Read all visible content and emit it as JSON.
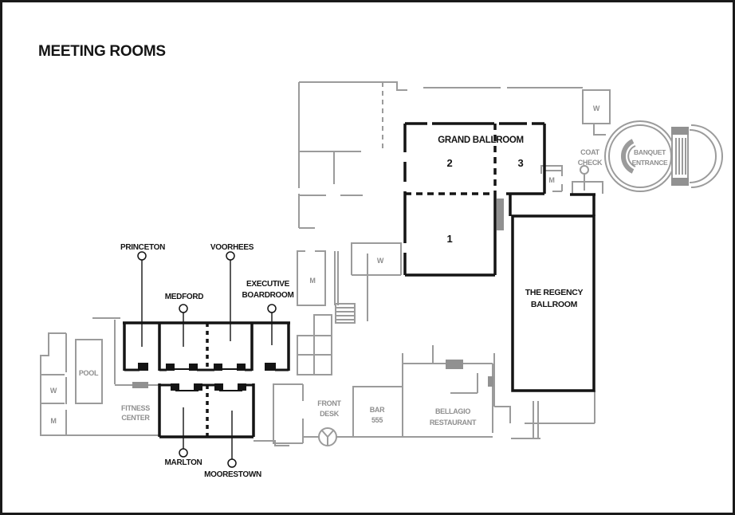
{
  "title": "MEETING ROOMS",
  "colors": {
    "wall_gray": "#9b9b9b",
    "wall_black": "#141414",
    "text_gray": "#8f8f8f",
    "background": "#ffffff"
  },
  "labels": {
    "grand_ballroom": "GRAND BALLROOM",
    "section_1": "1",
    "section_2": "2",
    "section_3": "3",
    "regency_1": "THE REGENCY",
    "regency_2": "BALLROOM",
    "princeton": "PRINCETON",
    "voorhees": "VOORHEES",
    "medford": "MEDFORD",
    "executive_1": "EXECUTIVE",
    "executive_2": "BOARDROOM",
    "marlton": "MARLTON",
    "moorestown": "MOORESTOWN",
    "pool": "POOL",
    "fitness_1": "FITNESS",
    "fitness_2": "CENTER",
    "front_desk_1": "FRONT",
    "front_desk_2": "DESK",
    "bar_1": "BAR",
    "bar_2": "555",
    "bellagio_1": "BELLAGIO",
    "bellagio_2": "RESTAURANT",
    "coat_1": "COAT",
    "coat_2": "CHECK",
    "banquet_1": "BANQUET",
    "banquet_2": "ENTRANCE",
    "women": "W",
    "men": "M"
  }
}
